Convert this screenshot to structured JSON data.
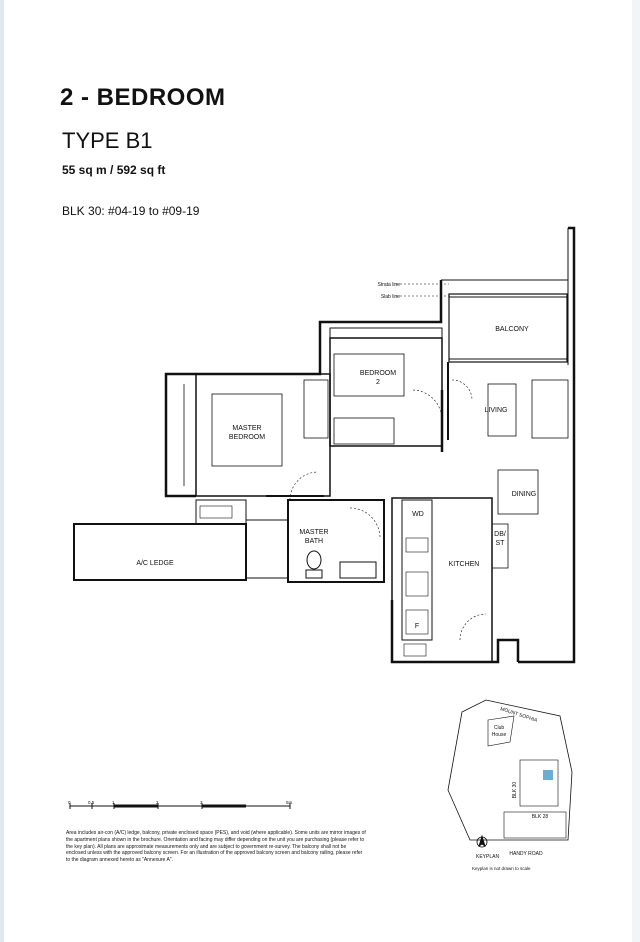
{
  "header": {
    "title": "2 - BEDROOM",
    "type": "TYPE B1",
    "area": "55 sq m / 592 sq ft",
    "units": "BLK 30: #04-19 to #09-19"
  },
  "plan": {
    "strata_line": "Strata line",
    "slab_line": "Slab line",
    "balcony": "BALCONY",
    "bedroom2_line1": "BEDROOM",
    "bedroom2_line2": "2",
    "master_bedroom_line1": "MASTER",
    "master_bedroom_line2": "BEDROOM",
    "living": "LIVING",
    "dining": "DINING",
    "wd": "WD",
    "db_line1": "DB/",
    "db_line2": "ST",
    "master_bath_line1": "MASTER",
    "master_bath_line2": "BATH",
    "ac_ledge": "A/C LEDGE",
    "kitchen": "KITCHEN",
    "fridge": "F"
  },
  "scale": {
    "ticks": [
      "0",
      "0.5",
      "1",
      "2",
      "3",
      "5m"
    ]
  },
  "notes": "Area includes air-con (A/C) ledge, balcony, private enclosed space (PES), and void (where applicable). Some units are mirror images of the apartment plans shown in the brochure. Orientation and facing may differ depending on the unit you are purchasing (please refer to the key plan). All plans are approximate measurements only and are subject to government re-survey. The balcony shall not be enclosed unless with the approved balcony screen. For an illustration of the approved balcony screen and balcony railing, please refer to the diagram annexed hereto as \"Annexure A\".",
  "keyplan": {
    "road_top": "MOUNT SOPHIA",
    "club": "Club",
    "house": "House",
    "blk30": "BLK 30",
    "blk28": "BLK 28",
    "road_bottom": "HANDY ROAD",
    "label": "KEYPLAN",
    "note": "Keyplan is not drawn to scale",
    "highlight_color": "#6aaed6"
  }
}
